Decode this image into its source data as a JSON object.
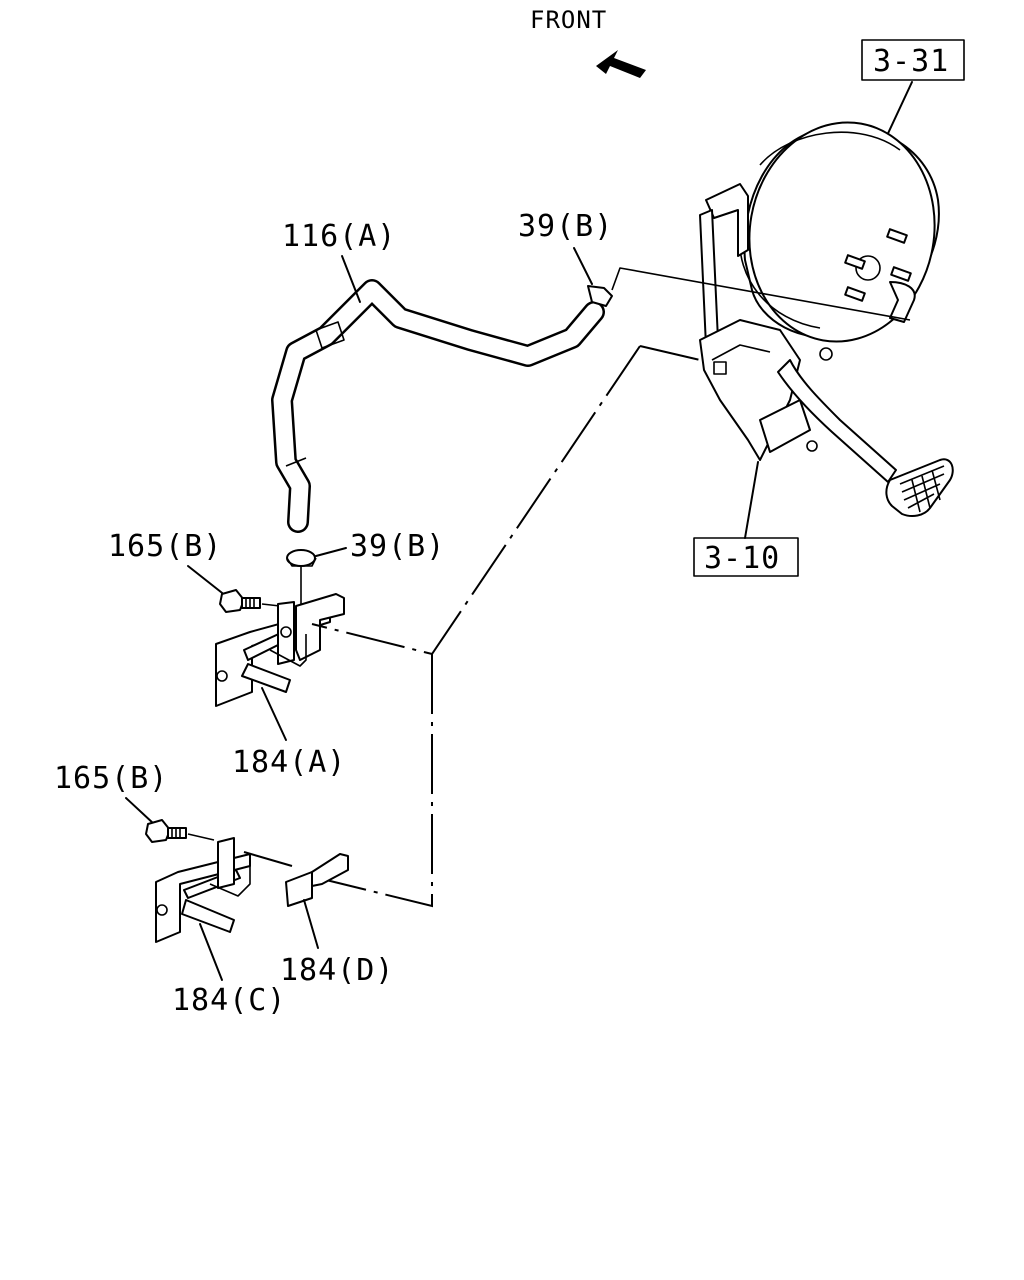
{
  "direction": {
    "label": "FRONT",
    "icon": "front-arrow-icon"
  },
  "references": [
    {
      "id": "ref-3-31",
      "text": "3-31"
    },
    {
      "id": "ref-3-10",
      "text": "3-10"
    }
  ],
  "callouts": {
    "hose": "116(A)",
    "clip_top": "39(B)",
    "clip_mid": "39(B)",
    "bolt_upper": "165(B)",
    "bolt_lower": "165(B)",
    "bracket_a": "184(A)",
    "bracket_c": "184(C)",
    "bracket_d": "184(D)"
  },
  "components": {
    "booster": "brake-booster",
    "pedal": "brake-pedal-assembly"
  }
}
